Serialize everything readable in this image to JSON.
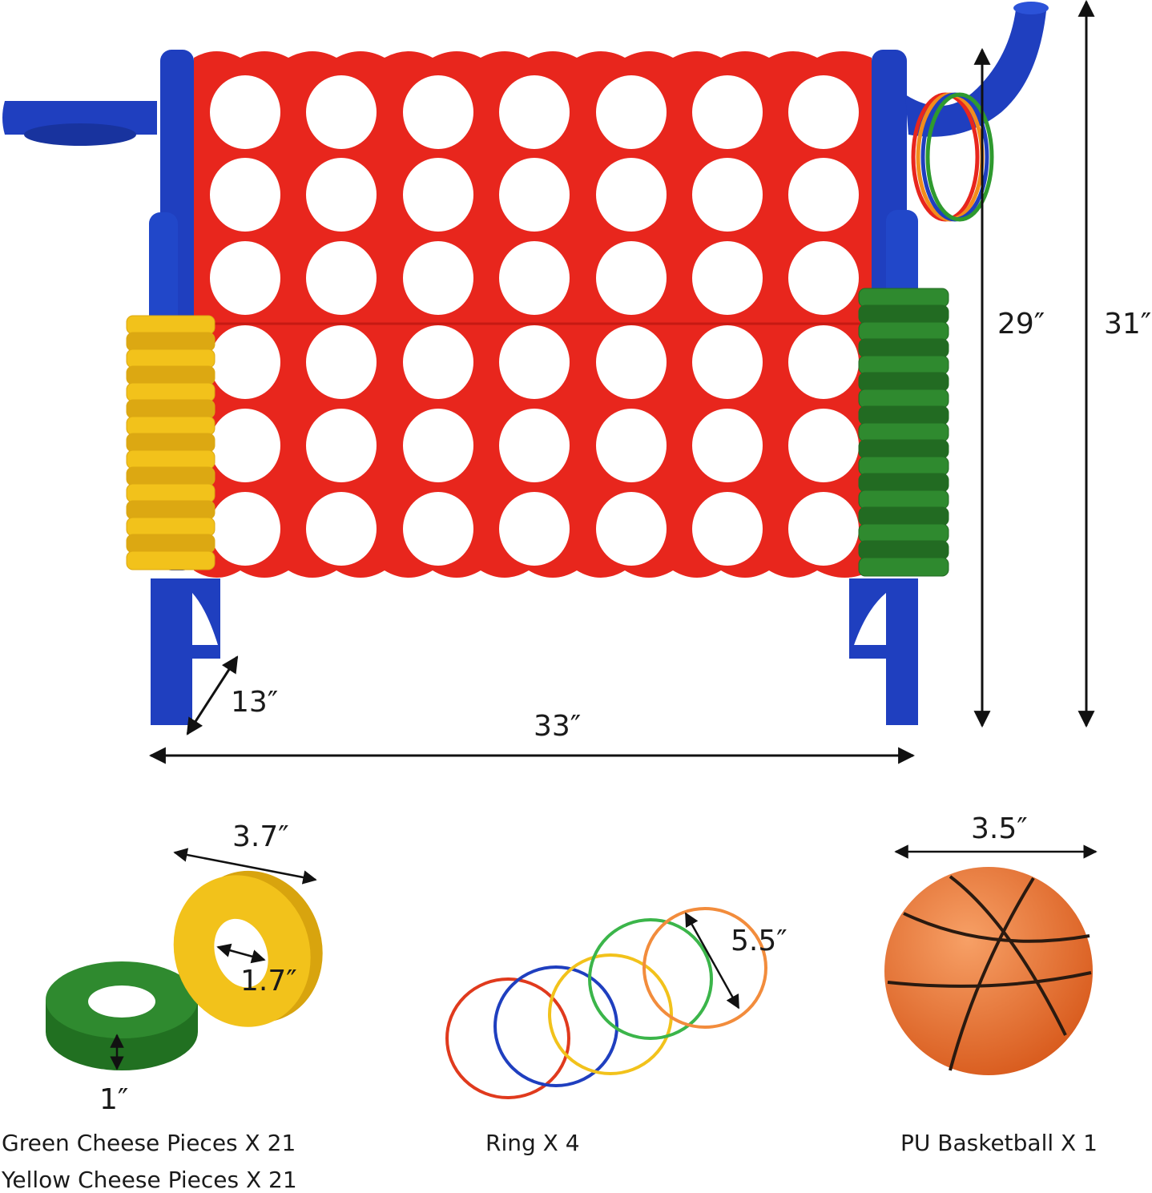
{
  "dimensions": {
    "width": "33″",
    "depth": "13″",
    "board_height": "29″",
    "total_height": "31″"
  },
  "pieces": {
    "diameter": "3.7″",
    "hole": "1.7″",
    "thickness": "1″",
    "caption_green": "Green Cheese Pieces X 21",
    "caption_yellow": "Yellow Cheese Pieces X 21"
  },
  "rings": {
    "diameter": "5.5″",
    "caption": "Ring X 4"
  },
  "ball": {
    "diameter": "3.5″",
    "caption": "PU Basketball X 1"
  },
  "colors": {
    "board": "#e8261d",
    "frame": "#1f3fbf",
    "green_piece": "#2f8a2f",
    "yellow_piece": "#f2c21b",
    "ball": "#e8742a"
  }
}
